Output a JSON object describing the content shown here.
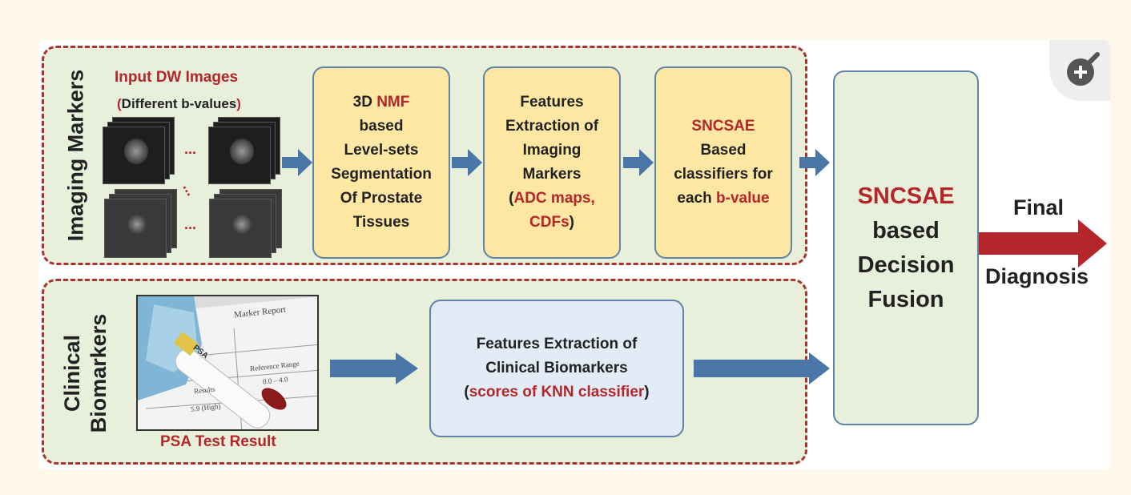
{
  "imaging": {
    "group_label": "Imaging Markers",
    "input_title": "Input DW Images",
    "input_sub_open": "(",
    "input_sub_text": "Different b-values",
    "input_sub_close": ")",
    "ellipsis": "...",
    "seg_line1a": "3D ",
    "seg_line1b": "NMF",
    "seg_line2": "based",
    "seg_line3": "Level-sets",
    "seg_line4": "Segmentation",
    "seg_line5": "Of Prostate",
    "seg_line6": "Tissues",
    "feat_line1": "Features",
    "feat_line2": "Extraction of",
    "feat_line3": "Imaging",
    "feat_line4": "Markers",
    "feat_line5a": "(",
    "feat_line5b": "ADC maps,",
    "feat_line6a": "CDFs",
    "feat_line6b": ")",
    "cls_line1": "SNCSAE",
    "cls_line2": "Based",
    "cls_line3": "classifiers for",
    "cls_line4a": "each ",
    "cls_line4b": "b-value"
  },
  "clinical": {
    "group_label_1": "Clinical",
    "group_label_2": "Biomarkers",
    "image_caption": "PSA Test Result",
    "photo_text_report": "Marker Report",
    "photo_text_psa": "PSA",
    "photo_text_ref": "Reference Range",
    "photo_text_results": "Results",
    "photo_text_value": "5.9 (High)",
    "photo_text_range": "0.0 – 4.0",
    "feat_line1": "Features Extraction of",
    "feat_line2": "Clinical Biomarkers",
    "feat_line3a": "(",
    "feat_line3b": "scores of KNN classifier",
    "feat_line3c": ")"
  },
  "fusion": {
    "line1": "SNCSAE",
    "line2": "based",
    "line3": "Decision",
    "line4": "Fusion"
  },
  "output": {
    "line1": "Final",
    "line2": "Diagnosis"
  },
  "zoom": {
    "icon": "zoom-in-icon"
  },
  "colors": {
    "accent_red": "#b5262a",
    "box_yellow": "#fde7a3",
    "box_blue": "#e2ebf6",
    "group_green": "#e8f0dc",
    "arrow_blue": "#4a76a8",
    "arrow_red": "#b5262a"
  }
}
